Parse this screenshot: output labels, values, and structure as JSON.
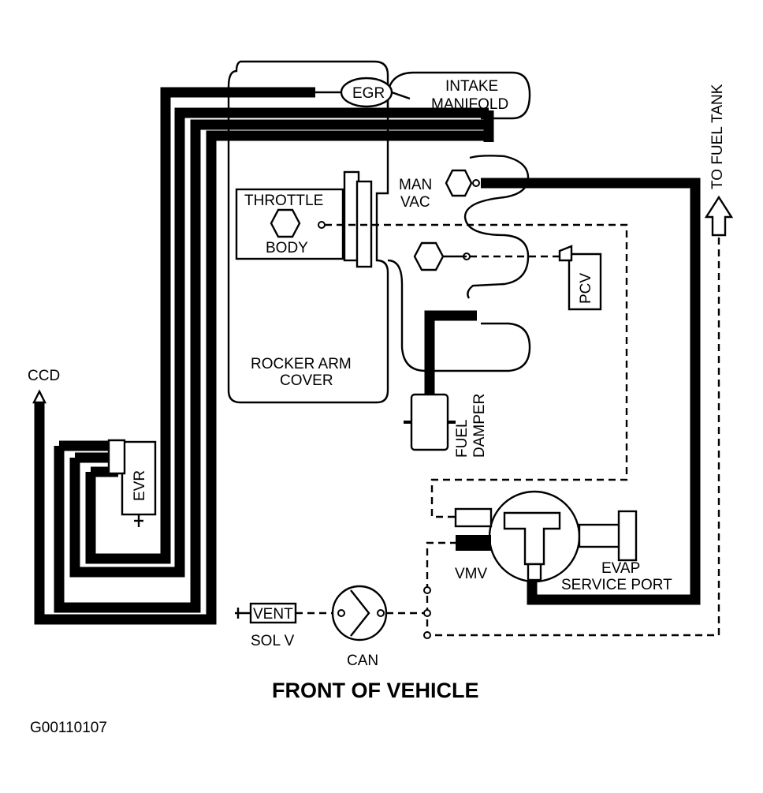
{
  "diagram": {
    "labels": {
      "egr": "EGR",
      "intake_manifold_1": "INTAKE",
      "intake_manifold_2": "MANIFOLD",
      "man_vac_1": "MAN",
      "man_vac_2": "VAC",
      "throttle_body_1": "THROTTLE",
      "throttle_body_2": "BODY",
      "rocker_arm_cover_1": "ROCKER ARM",
      "rocker_arm_cover_2": "COVER",
      "pcv": "PCV",
      "fuel_damper_1": "FUEL",
      "fuel_damper_2": "DAMPER",
      "ccd": "CCD",
      "evr": "EVR",
      "vmv": "VMV",
      "evap_service_port_1": "EVAP",
      "evap_service_port_2": "SERVICE PORT",
      "vent": "VENT",
      "sol_v": "SOL V",
      "can": "CAN",
      "to_fuel_tank": "TO FUEL TANK",
      "front_of_vehicle": "FRONT OF VEHICLE",
      "figure_id": "G00110107"
    }
  }
}
